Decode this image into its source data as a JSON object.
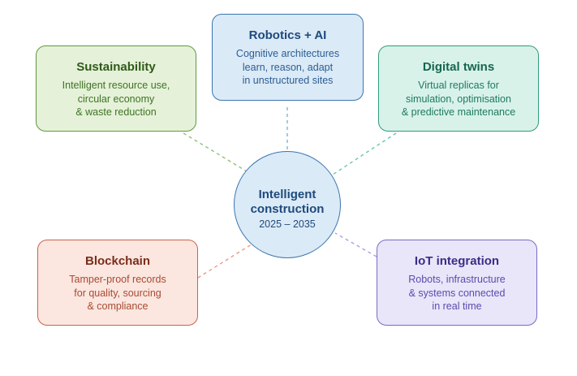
{
  "hub": {
    "title": "Intelligent\nconstruction",
    "subtitle": "2025 – 2035"
  },
  "nodes": {
    "robotics": {
      "title": "Robotics + AI",
      "description": "Cognitive architectures\nlearn, reason, adapt\nin unstructured sites"
    },
    "sustainability": {
      "title": "Sustainability",
      "description": "Intelligent resource use,\ncircular economy\n& waste reduction"
    },
    "digital_twins": {
      "title": "Digital twins",
      "description": "Virtual replicas for\nsimulation, optimisation\n& predictive maintenance"
    },
    "blockchain": {
      "title": "Blockchain",
      "description": "Tamper-proof records\nfor quality, sourcing\n& compliance"
    },
    "iot": {
      "title": "IoT integration",
      "description": "Robots, infrastructure\n& systems connected\nin real time"
    }
  },
  "colors": {
    "robotics": {
      "fill": "#dbeaf7",
      "border": "#3b76ae",
      "title": "#1e4a7c",
      "text": "#2b5d93",
      "line": "#7fb4d9"
    },
    "sustainability": {
      "fill": "#e6f1d9",
      "border": "#5e9a3e",
      "title": "#2f5a1a",
      "text": "#3d7424",
      "line": "#8fc27a"
    },
    "digital_twins": {
      "fill": "#d8f2ea",
      "border": "#2f9c7c",
      "title": "#17664f",
      "text": "#1e7a5e",
      "line": "#6cc5ab"
    },
    "blockchain": {
      "fill": "#fbe6e0",
      "border": "#c9644a",
      "title": "#7a2d1a",
      "text": "#a94a30",
      "line": "#e99a85"
    },
    "iot": {
      "fill": "#e8e6f8",
      "border": "#7a6ac7",
      "title": "#3a2d85",
      "text": "#5a4bb0",
      "line": "#ab9fe0"
    }
  }
}
